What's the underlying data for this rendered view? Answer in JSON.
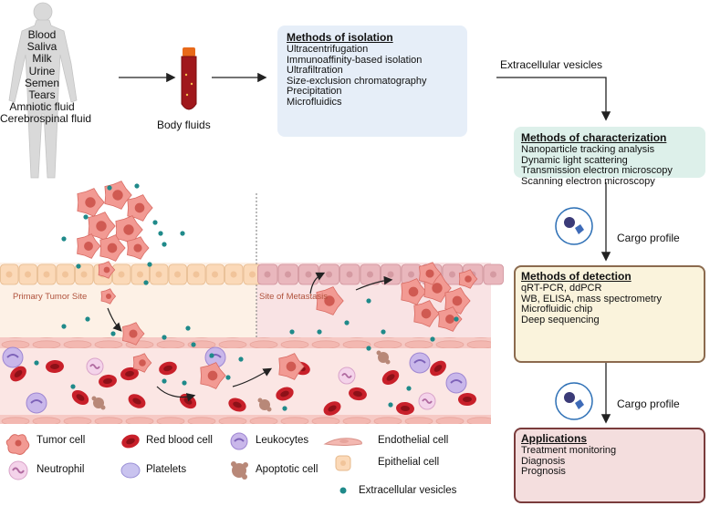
{
  "body_fluids": {
    "items": [
      "Blood",
      "Saliva",
      "Milk",
      "Urine",
      "Semen",
      "Tears",
      "Amniotic fluid",
      "Cerebrospinal fluid"
    ],
    "label": "Body fluids"
  },
  "isolation": {
    "title": "Methods of isolation",
    "items": [
      "Ultracentrifugation",
      "Immunoaffinity-based isolation",
      "Ultrafiltration",
      "Size-exclusion chromatography",
      "Precipitation",
      "Microfluidics"
    ]
  },
  "ev_label": "Extracellular vesicles",
  "characterization": {
    "title": "Methods of characterization",
    "items": [
      "Nanoparticle tracking analysis",
      "Dynamic light scattering",
      "Transmission electron microscopy",
      "Scanning electron microscopy"
    ]
  },
  "cargo_profile_1": "Cargo profile",
  "detection": {
    "title": "Methods of detection",
    "items": [
      "qRT-PCR, ddPCR",
      "WB, ELISA, mass spectrometry",
      "Microfluidic chip",
      "Deep sequencing"
    ]
  },
  "cargo_profile_2": "Cargo profile",
  "applications": {
    "title": "Applications",
    "items": [
      "Treatment monitoring",
      "Diagnosis",
      "Prognosis"
    ]
  },
  "sites": {
    "primary": "Primary Tumor Site",
    "metastasis": "Site of Metastasis"
  },
  "legend": {
    "tumor_cell": "Tumor cell",
    "red_blood_cell": "Red blood cell",
    "leukocytes": "Leukocytes",
    "endothelial_cell": "Endothelial cell",
    "neutrophil": "Neutrophil",
    "platelets": "Platelets",
    "apoptotic_cell": "Apoptotic cell",
    "epithelial_cell": "Epithelial cell",
    "extracellular_vesicles": "Extracellular vesicles"
  },
  "colors": {
    "isolation_box": "#e6eef8",
    "characterization_box": "#ddf0ea",
    "detection_box": "#faf3dc",
    "detection_border": "#8b6a4e",
    "applications_box": "#f4dede",
    "applications_border": "#7a3b3b",
    "tumor_cell": "#f29a93",
    "ev_dot": "#1f8a8a",
    "red_blood_cell": "#c8202a"
  }
}
